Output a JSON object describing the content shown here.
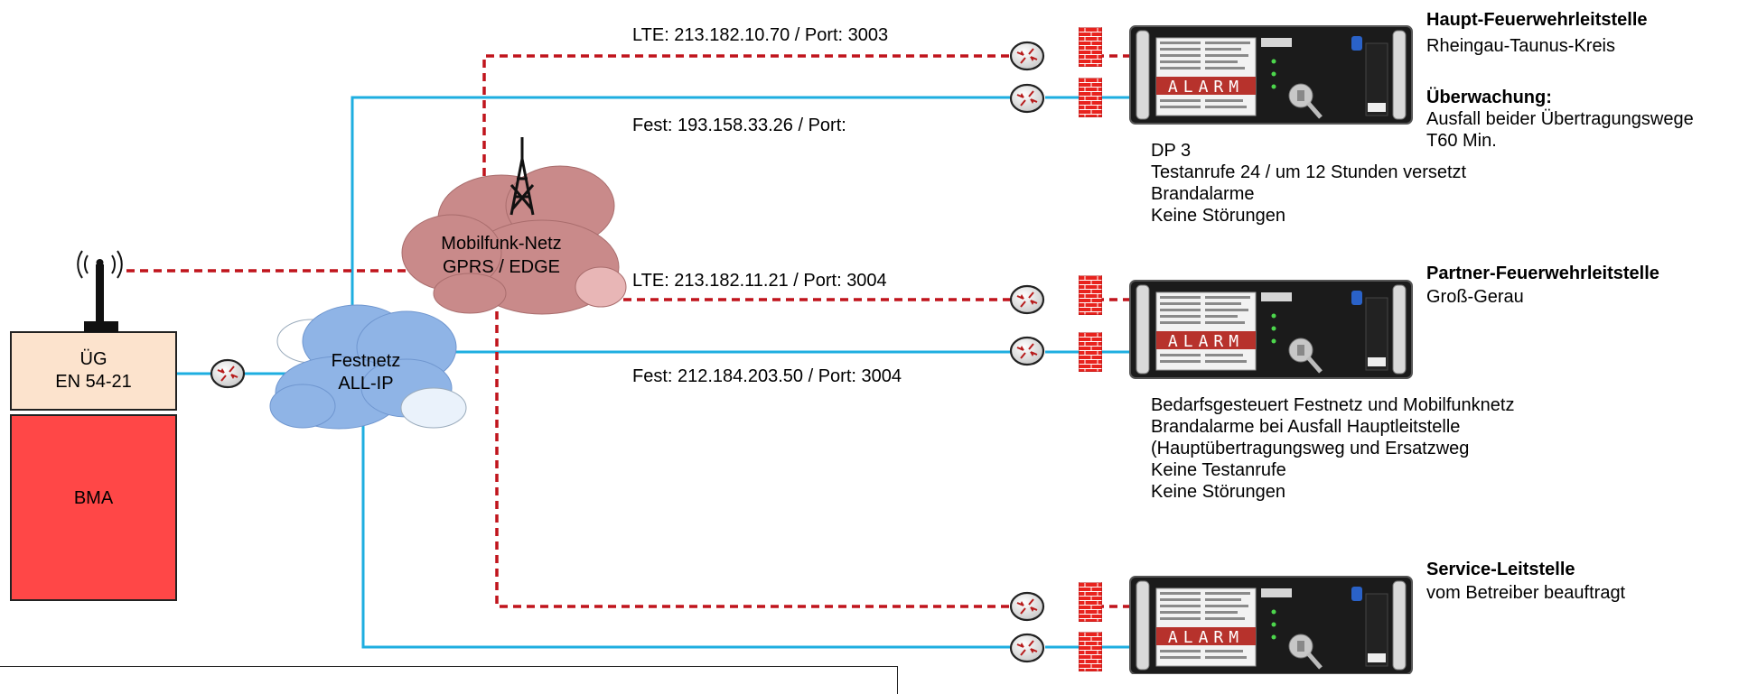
{
  "colors": {
    "mobile_link": "#c0141c",
    "fixed_link": "#1eaee0",
    "bma": "#ff4747",
    "ueg": "#fce3cd",
    "firewall": "#e8231e",
    "mobile_cloud": "#c98a8a",
    "fixed_cloud": "#8fb4e6"
  },
  "ueg": {
    "line1": "ÜG",
    "line2": "EN 54-21"
  },
  "bma": {
    "label": "BMA"
  },
  "fixed_network": {
    "line1": "Festnetz",
    "line2": "ALL-IP"
  },
  "mobile_network": {
    "line1": "Mobilfunk-Netz",
    "line2": "GPRS / EDGE"
  },
  "links": {
    "main_lte": "LTE: 213.182.10.70 / Port: 3003",
    "main_fixed": "Fest: 193.158.33.26 / Port:",
    "partner_lte": "LTE: 213.182.11.21 / Port: 3004",
    "partner_fixed": "Fest: 212.184.203.50 / Port: 3004"
  },
  "device": {
    "display_text": "ALARM"
  },
  "stations": {
    "main": {
      "title": "Haupt-Feuerwehrleitstelle",
      "subtitle": "Rheingau-Taunus-Kreis",
      "monitoring_title": "Überwachung:",
      "monitoring_lines": [
        "Ausfall beider Übertragungswege",
        "T60 Min."
      ],
      "details": [
        "DP 3",
        "Testanrufe 24 / um 12 Stunden versetzt",
        "Brandalarme",
        "Keine Störungen"
      ]
    },
    "partner": {
      "title": "Partner-Feuerwehrleitstelle",
      "subtitle": "Groß-Gerau",
      "details": [
        "Bedarfsgesteuert Festnetz und Mobilfunknetz",
        "Brandalarme bei Ausfall Hauptleitstelle",
        "(Hauptübertragungsweg und Ersatzweg",
        "Keine Testanrufe",
        "Keine Störungen"
      ]
    },
    "service": {
      "title": "Service-Leitstelle",
      "subtitle": "vom Betreiber beauftragt"
    }
  }
}
